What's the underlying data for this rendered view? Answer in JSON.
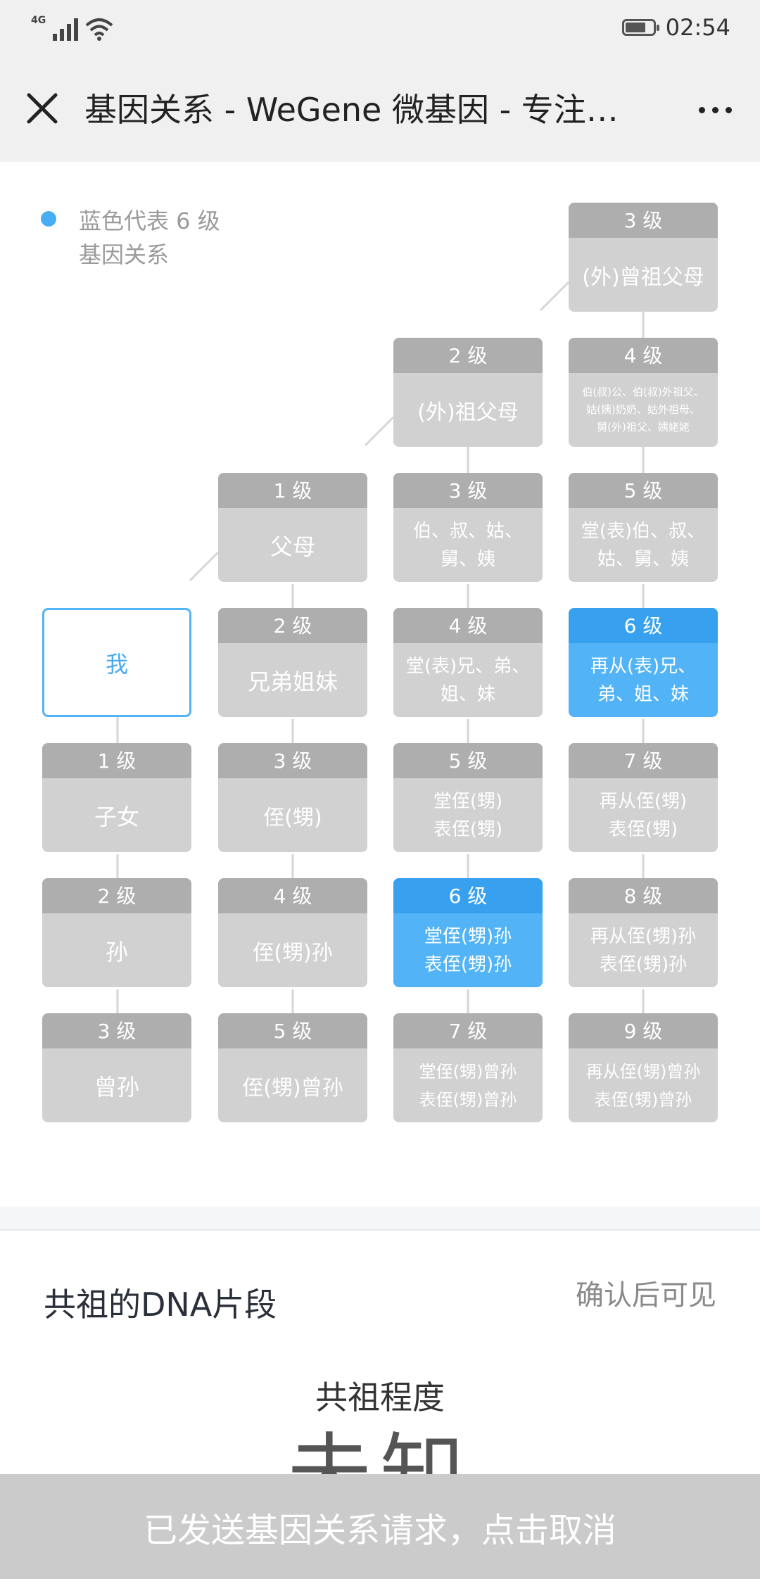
{
  "status_bar": {
    "network": "4G",
    "time": "02:54"
  },
  "header": {
    "title": "基因关系 - WeGene 微基因 - 专注…"
  },
  "legend": {
    "text": "蓝色代表 6 级\n基因关系",
    "color": "#47aef3"
  },
  "tree": {
    "me": "我",
    "nodes": [
      {
        "id": "great-grandparents",
        "level": "3 级",
        "name": "(外)曾祖父母",
        "highlight": false
      },
      {
        "id": "grandparents",
        "level": "2 级",
        "name": "(外)祖父母",
        "highlight": false
      },
      {
        "id": "grand-uncles-aunts",
        "level": "4 级",
        "name": "伯(叔)公、伯(叔)外祖父、\n姑(姨)奶奶、姑外祖母、\n舅(外)祖父、姨姥姥",
        "highlight": false
      },
      {
        "id": "parents",
        "level": "1 级",
        "name": "父母",
        "highlight": false
      },
      {
        "id": "uncles-aunts",
        "level": "3 级",
        "name": "伯、叔、姑、\n舅、姨",
        "highlight": false
      },
      {
        "id": "first-cousins-of-parents",
        "level": "5 级",
        "name": "堂(表)伯、叔、\n姑、舅、姨",
        "highlight": false
      },
      {
        "id": "siblings",
        "level": "2 级",
        "name": "兄弟姐妹",
        "highlight": false
      },
      {
        "id": "first-cousins",
        "level": "4 级",
        "name": "堂(表)兄、弟、\n姐、妹",
        "highlight": false
      },
      {
        "id": "second-cousins",
        "level": "6 级",
        "name": "再从(表)兄、\n弟、姐、妹",
        "highlight": true
      },
      {
        "id": "children",
        "level": "1 级",
        "name": "子女",
        "highlight": false
      },
      {
        "id": "nephews",
        "level": "3 级",
        "name": "侄(甥)",
        "highlight": false
      },
      {
        "id": "first-cousin-children",
        "level": "5 级",
        "name": "堂侄(甥)\n表侄(甥)",
        "highlight": false
      },
      {
        "id": "second-cousin-children",
        "level": "7 级",
        "name": "再从侄(甥)\n表侄(甥)",
        "highlight": false
      },
      {
        "id": "grandchildren",
        "level": "2 级",
        "name": "孙",
        "highlight": false
      },
      {
        "id": "grand-nephews",
        "level": "4 级",
        "name": "侄(甥)孙",
        "highlight": false
      },
      {
        "id": "first-cousin-grandchildren",
        "level": "6 级",
        "name": "堂侄(甥)孙\n表侄(甥)孙",
        "highlight": true
      },
      {
        "id": "second-cousin-grandchildren",
        "level": "8 级",
        "name": "再从侄(甥)孙\n表侄(甥)孙",
        "highlight": false
      },
      {
        "id": "great-grandchildren",
        "level": "3 级",
        "name": "曾孙",
        "highlight": false
      },
      {
        "id": "great-grand-nephews",
        "level": "5 级",
        "name": "侄(甥)曾孙",
        "highlight": false
      },
      {
        "id": "first-cousin-great-grandchildren",
        "level": "7 级",
        "name": "堂侄(甥)曾孙\n表侄(甥)曾孙",
        "highlight": false
      },
      {
        "id": "second-cousin-great-grandchildren",
        "level": "9 级",
        "name": "再从侄(甥)曾孙\n表侄(甥)曾孙",
        "highlight": false
      }
    ]
  },
  "dna_section": {
    "title": "共祖的DNA片段",
    "confirm_note": "确认后可见",
    "common_ancestor_label": "共祖程度",
    "common_ancestor_value": "未知"
  },
  "bottom_bar": {
    "text": "已发送基因关系请求，点击取消"
  }
}
